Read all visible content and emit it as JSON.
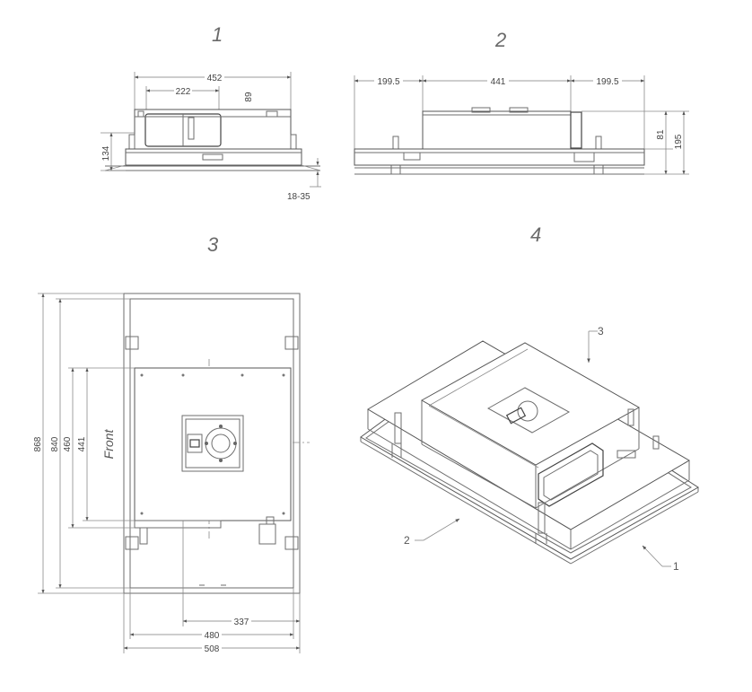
{
  "views": {
    "v1": {
      "number": "1",
      "dim_width": "452",
      "dim_inner": "222",
      "dim_height": "89",
      "dim_left": "134",
      "dim_adjust": "18-35"
    },
    "v2": {
      "number": "2",
      "dim_left": "199.5",
      "dim_center": "441",
      "dim_right": "199.5",
      "dim_body": "81",
      "dim_total": "195"
    },
    "v3": {
      "number": "3",
      "dim_868": "868",
      "dim_840": "840",
      "dim_460": "460",
      "dim_441": "441",
      "front_label": "Front",
      "dim_337": "337",
      "dim_480": "480",
      "dim_508": "508"
    },
    "v4": {
      "number": "4",
      "callout_1": "1",
      "callout_2": "2",
      "callout_3": "3"
    }
  },
  "colors": {
    "line": "#6e6e6e",
    "text": "#444444",
    "background": "#ffffff"
  }
}
